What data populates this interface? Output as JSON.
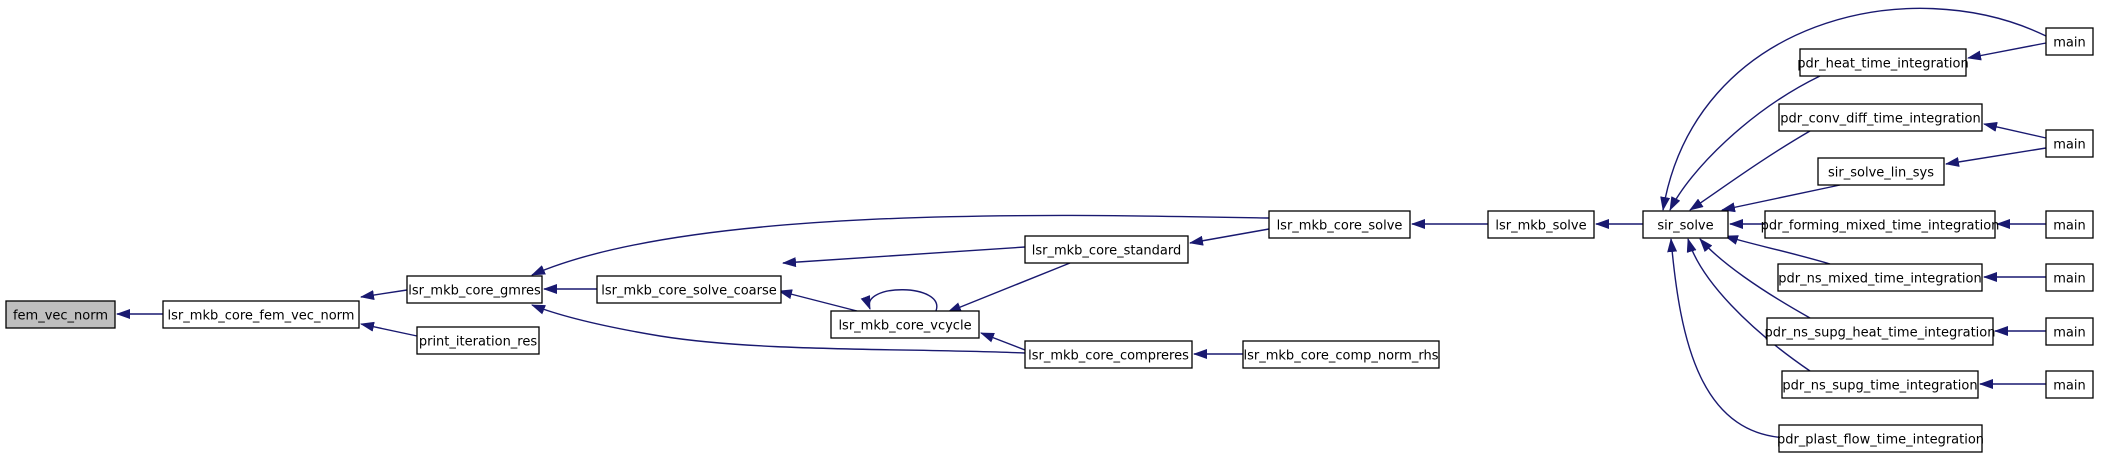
{
  "graph": {
    "nodes": [
      {
        "id": "fem_vec_norm",
        "label": "fem_vec_norm",
        "focus": true
      },
      {
        "id": "lsr_mkb_core_fem_vec_norm",
        "label": "lsr_mkb_core_fem_vec_norm"
      },
      {
        "id": "lsr_mkb_core_gmres",
        "label": "lsr_mkb_core_gmres"
      },
      {
        "id": "print_iteration_res",
        "label": "print_iteration_res"
      },
      {
        "id": "lsr_mkb_core_solve_coarse",
        "label": "lsr_mkb_core_solve_coarse"
      },
      {
        "id": "lsr_mkb_core_vcycle",
        "label": "lsr_mkb_core_vcycle"
      },
      {
        "id": "lsr_mkb_core_standard",
        "label": "lsr_mkb_core_standard"
      },
      {
        "id": "lsr_mkb_core_compreres",
        "label": "lsr_mkb_core_compreres"
      },
      {
        "id": "lsr_mkb_core_solve",
        "label": "lsr_mkb_core_solve"
      },
      {
        "id": "lsr_mkb_core_comp_norm_rhs",
        "label": "lsr_mkb_core_comp_norm_rhs"
      },
      {
        "id": "lsr_mkb_solve",
        "label": "lsr_mkb_solve"
      },
      {
        "id": "sir_solve",
        "label": "sir_solve"
      },
      {
        "id": "pdr_heat_time_integration",
        "label": "pdr_heat_time_integration"
      },
      {
        "id": "pdr_conv_diff_time_integration",
        "label": "pdr_conv_diff_time_integration"
      },
      {
        "id": "sir_solve_lin_sys",
        "label": "sir_solve_lin_sys"
      },
      {
        "id": "pdr_forming_mixed_time_integration",
        "label": "pdr_forming_mixed_time_integration"
      },
      {
        "id": "pdr_ns_mixed_time_integration",
        "label": "pdr_ns_mixed_time_integration"
      },
      {
        "id": "pdr_ns_supg_heat_time_integration",
        "label": "pdr_ns_supg_heat_time_integration"
      },
      {
        "id": "pdr_ns_supg_time_integration",
        "label": "pdr_ns_supg_time_integration"
      },
      {
        "id": "pdr_plast_flow_time_integration",
        "label": "pdr_plast_flow_time_integration"
      },
      {
        "id": "main_1",
        "label": "main"
      },
      {
        "id": "main_2",
        "label": "main"
      },
      {
        "id": "main_3",
        "label": "main"
      },
      {
        "id": "main_4",
        "label": "main"
      },
      {
        "id": "main_5",
        "label": "main"
      },
      {
        "id": "main_6",
        "label": "main"
      }
    ],
    "edges": [
      {
        "from": "lsr_mkb_core_fem_vec_norm",
        "to": "fem_vec_norm"
      },
      {
        "from": "lsr_mkb_core_gmres",
        "to": "lsr_mkb_core_fem_vec_norm"
      },
      {
        "from": "print_iteration_res",
        "to": "lsr_mkb_core_fem_vec_norm"
      },
      {
        "from": "lsr_mkb_core_solve_coarse",
        "to": "lsr_mkb_core_gmres"
      },
      {
        "from": "lsr_mkb_core_solve",
        "to": "lsr_mkb_core_gmres"
      },
      {
        "from": "lsr_mkb_core_compreres",
        "to": "lsr_mkb_core_gmres"
      },
      {
        "from": "lsr_mkb_core_standard",
        "to": "lsr_mkb_core_solve_coarse"
      },
      {
        "from": "lsr_mkb_core_vcycle",
        "to": "lsr_mkb_core_solve_coarse"
      },
      {
        "from": "lsr_mkb_core_vcycle",
        "to": "lsr_mkb_core_vcycle"
      },
      {
        "from": "lsr_mkb_core_standard",
        "to": "lsr_mkb_core_vcycle"
      },
      {
        "from": "lsr_mkb_core_compreres",
        "to": "lsr_mkb_core_vcycle"
      },
      {
        "from": "lsr_mkb_core_solve",
        "to": "lsr_mkb_core_standard"
      },
      {
        "from": "lsr_mkb_core_comp_norm_rhs",
        "to": "lsr_mkb_core_compreres"
      },
      {
        "from": "lsr_mkb_solve",
        "to": "lsr_mkb_core_solve"
      },
      {
        "from": "sir_solve",
        "to": "lsr_mkb_solve"
      },
      {
        "from": "main_1",
        "to": "sir_solve"
      },
      {
        "from": "pdr_heat_time_integration",
        "to": "sir_solve"
      },
      {
        "from": "pdr_conv_diff_time_integration",
        "to": "sir_solve"
      },
      {
        "from": "sir_solve_lin_sys",
        "to": "sir_solve"
      },
      {
        "from": "pdr_forming_mixed_time_integration",
        "to": "sir_solve"
      },
      {
        "from": "pdr_ns_mixed_time_integration",
        "to": "sir_solve"
      },
      {
        "from": "pdr_ns_supg_heat_time_integration",
        "to": "sir_solve"
      },
      {
        "from": "pdr_ns_supg_time_integration",
        "to": "sir_solve"
      },
      {
        "from": "pdr_plast_flow_time_integration",
        "to": "sir_solve"
      },
      {
        "from": "main_1",
        "to": "pdr_heat_time_integration"
      },
      {
        "from": "main_2",
        "to": "pdr_conv_diff_time_integration"
      },
      {
        "from": "main_2",
        "to": "sir_solve_lin_sys"
      },
      {
        "from": "main_3",
        "to": "pdr_forming_mixed_time_integration"
      },
      {
        "from": "main_4",
        "to": "pdr_ns_mixed_time_integration"
      },
      {
        "from": "main_5",
        "to": "pdr_ns_supg_heat_time_integration"
      },
      {
        "from": "main_6",
        "to": "pdr_ns_supg_time_integration"
      }
    ]
  },
  "colors": {
    "edge": "#191970",
    "focus_fill": "#bfbfbf",
    "node_fill": "#ffffff",
    "node_stroke": "#000000"
  }
}
